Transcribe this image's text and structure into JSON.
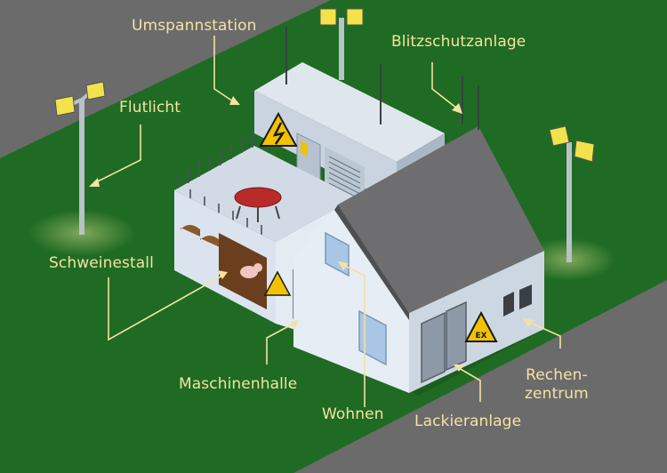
{
  "labels": {
    "umspannstation": "Umspannstation",
    "blitzschutzanlage": "Blitzschutzanlage",
    "flutlicht": "Flutlicht",
    "schweinestall": "Schweinestall",
    "maschinenhalle": "Maschinenhalle",
    "wohnen": "Wohnen",
    "lackieranlage": "Lackieranlage",
    "rechenzentrum": "Rechen-\nzentrum"
  },
  "colors": {
    "background": "#6b6b6b",
    "lawn": "#1f6b23",
    "label_text": "#f4e2a4",
    "wall": "#d8e2ee",
    "roof": "#6e6e70",
    "warning_sign": "#f2c200"
  },
  "icons": [
    "flash-warning-sign-icon",
    "explosion-ex-sign-icon",
    "floodlight-icon",
    "lightning-rod-icon",
    "pig-icon"
  ]
}
